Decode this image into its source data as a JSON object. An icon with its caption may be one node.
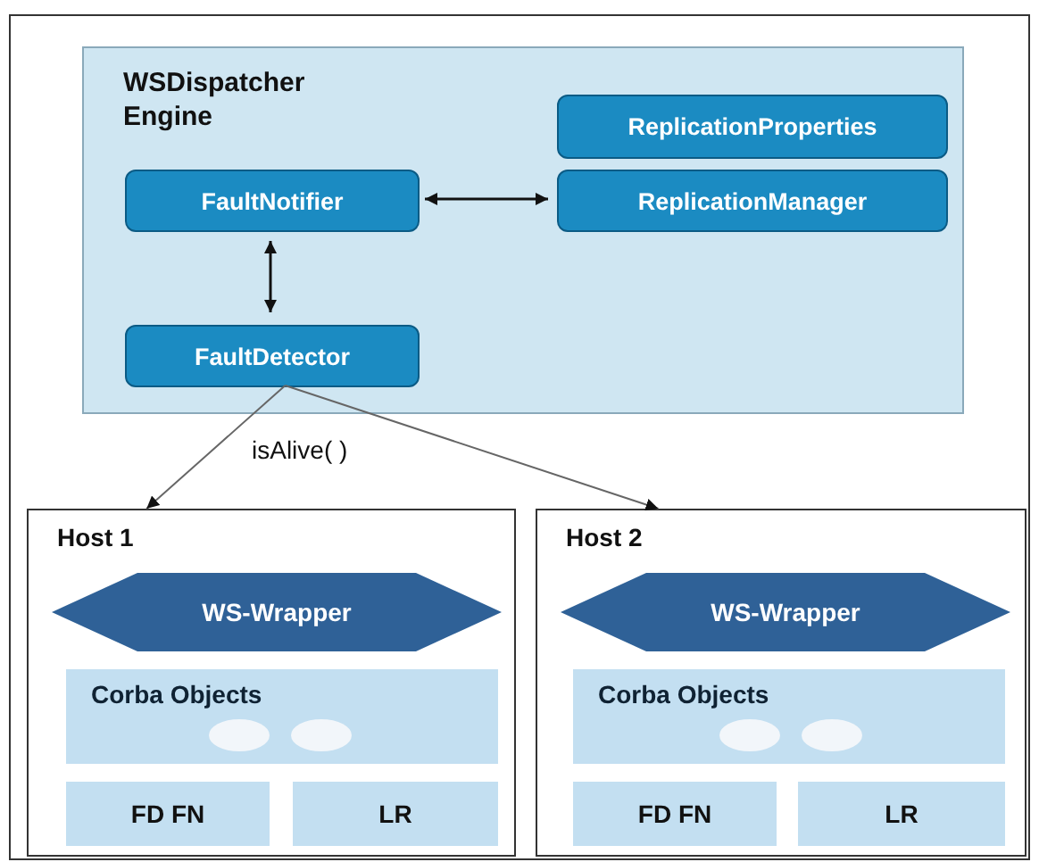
{
  "diagram": {
    "nodes": [
      {
        "text": [
          "WSDispatcher Engine"
        ]
      },
      {
        "text": [
          "ReplicationProperties"
        ],
        "in": 0
      },
      {
        "text": [
          "FaultNotifier"
        ],
        "in": 0
      },
      {
        "text": [
          "ReplicationManager"
        ],
        "in": 0
      },
      {
        "text": [
          "FaultDetector"
        ],
        "in": 0
      },
      {
        "text": [
          "Host 1"
        ]
      },
      {
        "text": [
          "WS-Wrapper"
        ],
        "in": 5
      },
      {
        "text": [
          "Corba Objects"
        ],
        "in": 5
      },
      {
        "text": [],
        "shape": "circle",
        "in": 7
      },
      {
        "text": [],
        "shape": "circle",
        "in": 7
      },
      {
        "text": [
          "FD FN"
        ],
        "in": 5
      },
      {
        "text": [
          "LR"
        ],
        "in": 5
      },
      {
        "text": [
          "Host 2"
        ]
      },
      {
        "text": [
          "WS-Wrapper"
        ],
        "in": 12
      },
      {
        "text": [
          "Corba Objects"
        ],
        "in": 12
      },
      {
        "text": [],
        "shape": "circle",
        "in": 14
      },
      {
        "text": [],
        "shape": "circle",
        "in": 14
      },
      {
        "text": [
          "FD FN"
        ],
        "in": 12
      },
      {
        "text": [
          "LR"
        ],
        "in": 12
      }
    ],
    "edges": [
      {
        "from": 2,
        "to": 3,
        "arrow": "both"
      },
      {
        "from": 2,
        "to": 4,
        "arrow": "both"
      },
      {
        "from": 4,
        "to": 5,
        "arrow": "to",
        "label": "isAlive( )"
      },
      {
        "from": 4,
        "to": 12,
        "arrow": "to"
      }
    ]
  }
}
